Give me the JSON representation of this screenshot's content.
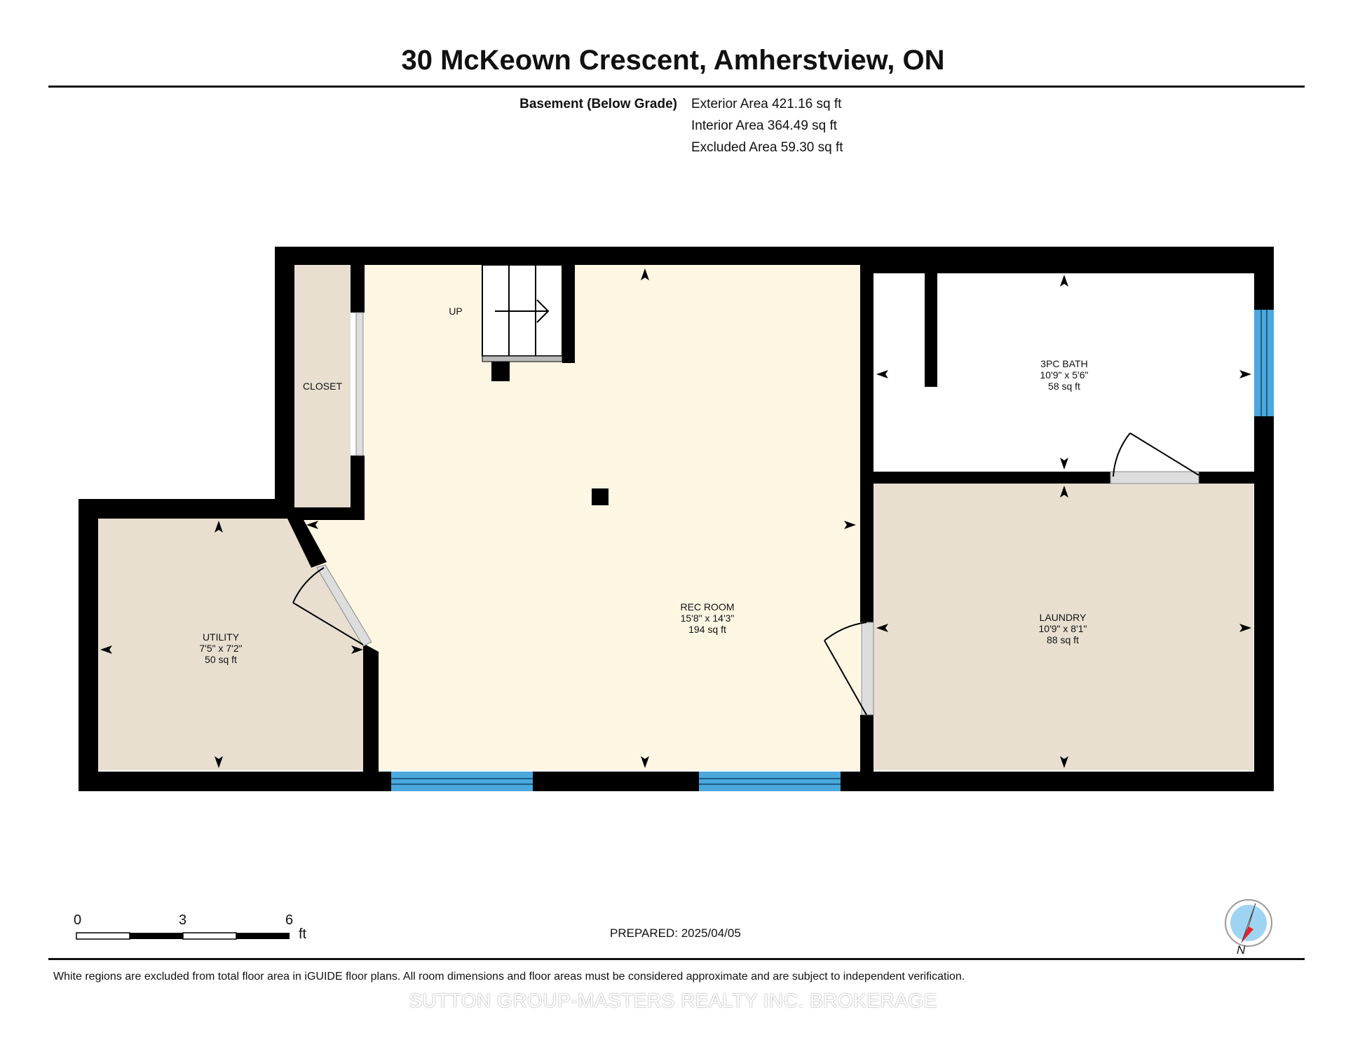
{
  "header": {
    "title": "30 McKeown Crescent, Amherstview, ON",
    "level_label": "Basement (Below Grade)",
    "areas": [
      "Exterior Area 421.16 sq ft",
      "Interior Area 364.49 sq ft",
      "Excluded Area 59.30 sq ft"
    ]
  },
  "rooms": {
    "closet": {
      "name": "CLOSET"
    },
    "stairs": {
      "label": "UP"
    },
    "utility": {
      "name": "UTILITY",
      "dims": "7'5\" x 7'2\"",
      "area": "50 sq ft"
    },
    "rec_room": {
      "name": "REC ROOM",
      "dims": "15'8\" x 14'3\"",
      "area": "194 sq ft"
    },
    "bath": {
      "name": "3PC BATH",
      "dims": "10'9\" x 5'6\"",
      "area": "58 sq ft"
    },
    "laundry": {
      "name": "LAUNDRY",
      "dims": "10'9\" x 8'1\"",
      "area": "88 sq ft"
    }
  },
  "scale_bar": {
    "ticks": [
      "0",
      "3",
      "6"
    ],
    "unit": "ft"
  },
  "prepared": "PREPARED: 2025/04/05",
  "compass": {
    "label": "N",
    "needle_color": "#e8202a",
    "face_color": "#9fd3f2"
  },
  "colors": {
    "wall": "#000000",
    "rec_room_fill": "#fdf6e3",
    "utility_fill": "#e8dfd0",
    "excluded_fill": "#ffffff",
    "window": "#4aa8dd"
  },
  "footer": {
    "disclaimer": "White regions are excluded from total floor area in iGUIDE floor plans. All room dimensions and floor areas must be considered approximate and are subject to independent verification.",
    "watermark": "SUTTON GROUP-MASTERS REALTY INC. BROKERAGE"
  }
}
